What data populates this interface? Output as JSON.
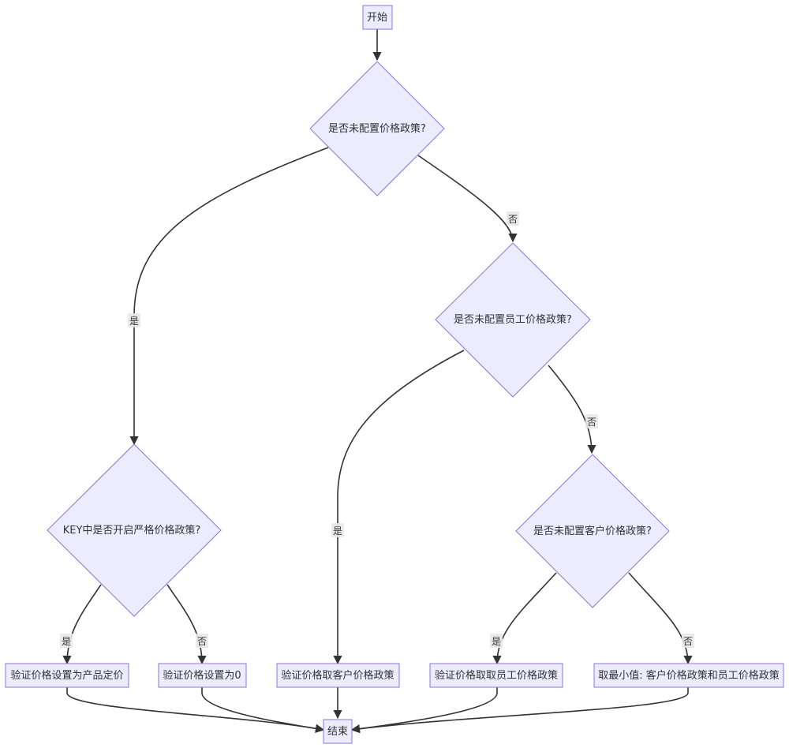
{
  "colors": {
    "node_fill": "#ECECFF",
    "node_stroke": "#9370DB",
    "edge": "#333333",
    "text": "#333333"
  },
  "nodes": {
    "start": "开始",
    "q_no_policy": "是否未配置价格政策?",
    "q_strict": "KEY中是否开启严格价格政策?",
    "q_no_employee": "是否未配置员工价格政策?",
    "q_no_customer": "是否未配置客户价格政策?",
    "set_product": "验证价格设置为产品定价",
    "set_zero": "验证价格设置为0",
    "take_customer": "验证价格取客户价格政策",
    "take_employee": "验证价格取取员工价格政策",
    "take_min": "取最小值: 客户价格政策和员工价格政策",
    "end": "结束"
  },
  "edge_labels": {
    "policy_yes": "是",
    "policy_no": "否",
    "employee_yes": "是",
    "employee_no": "否",
    "strict_yes": "是",
    "strict_no": "否",
    "customer_yes": "是",
    "customer_no": "否"
  }
}
